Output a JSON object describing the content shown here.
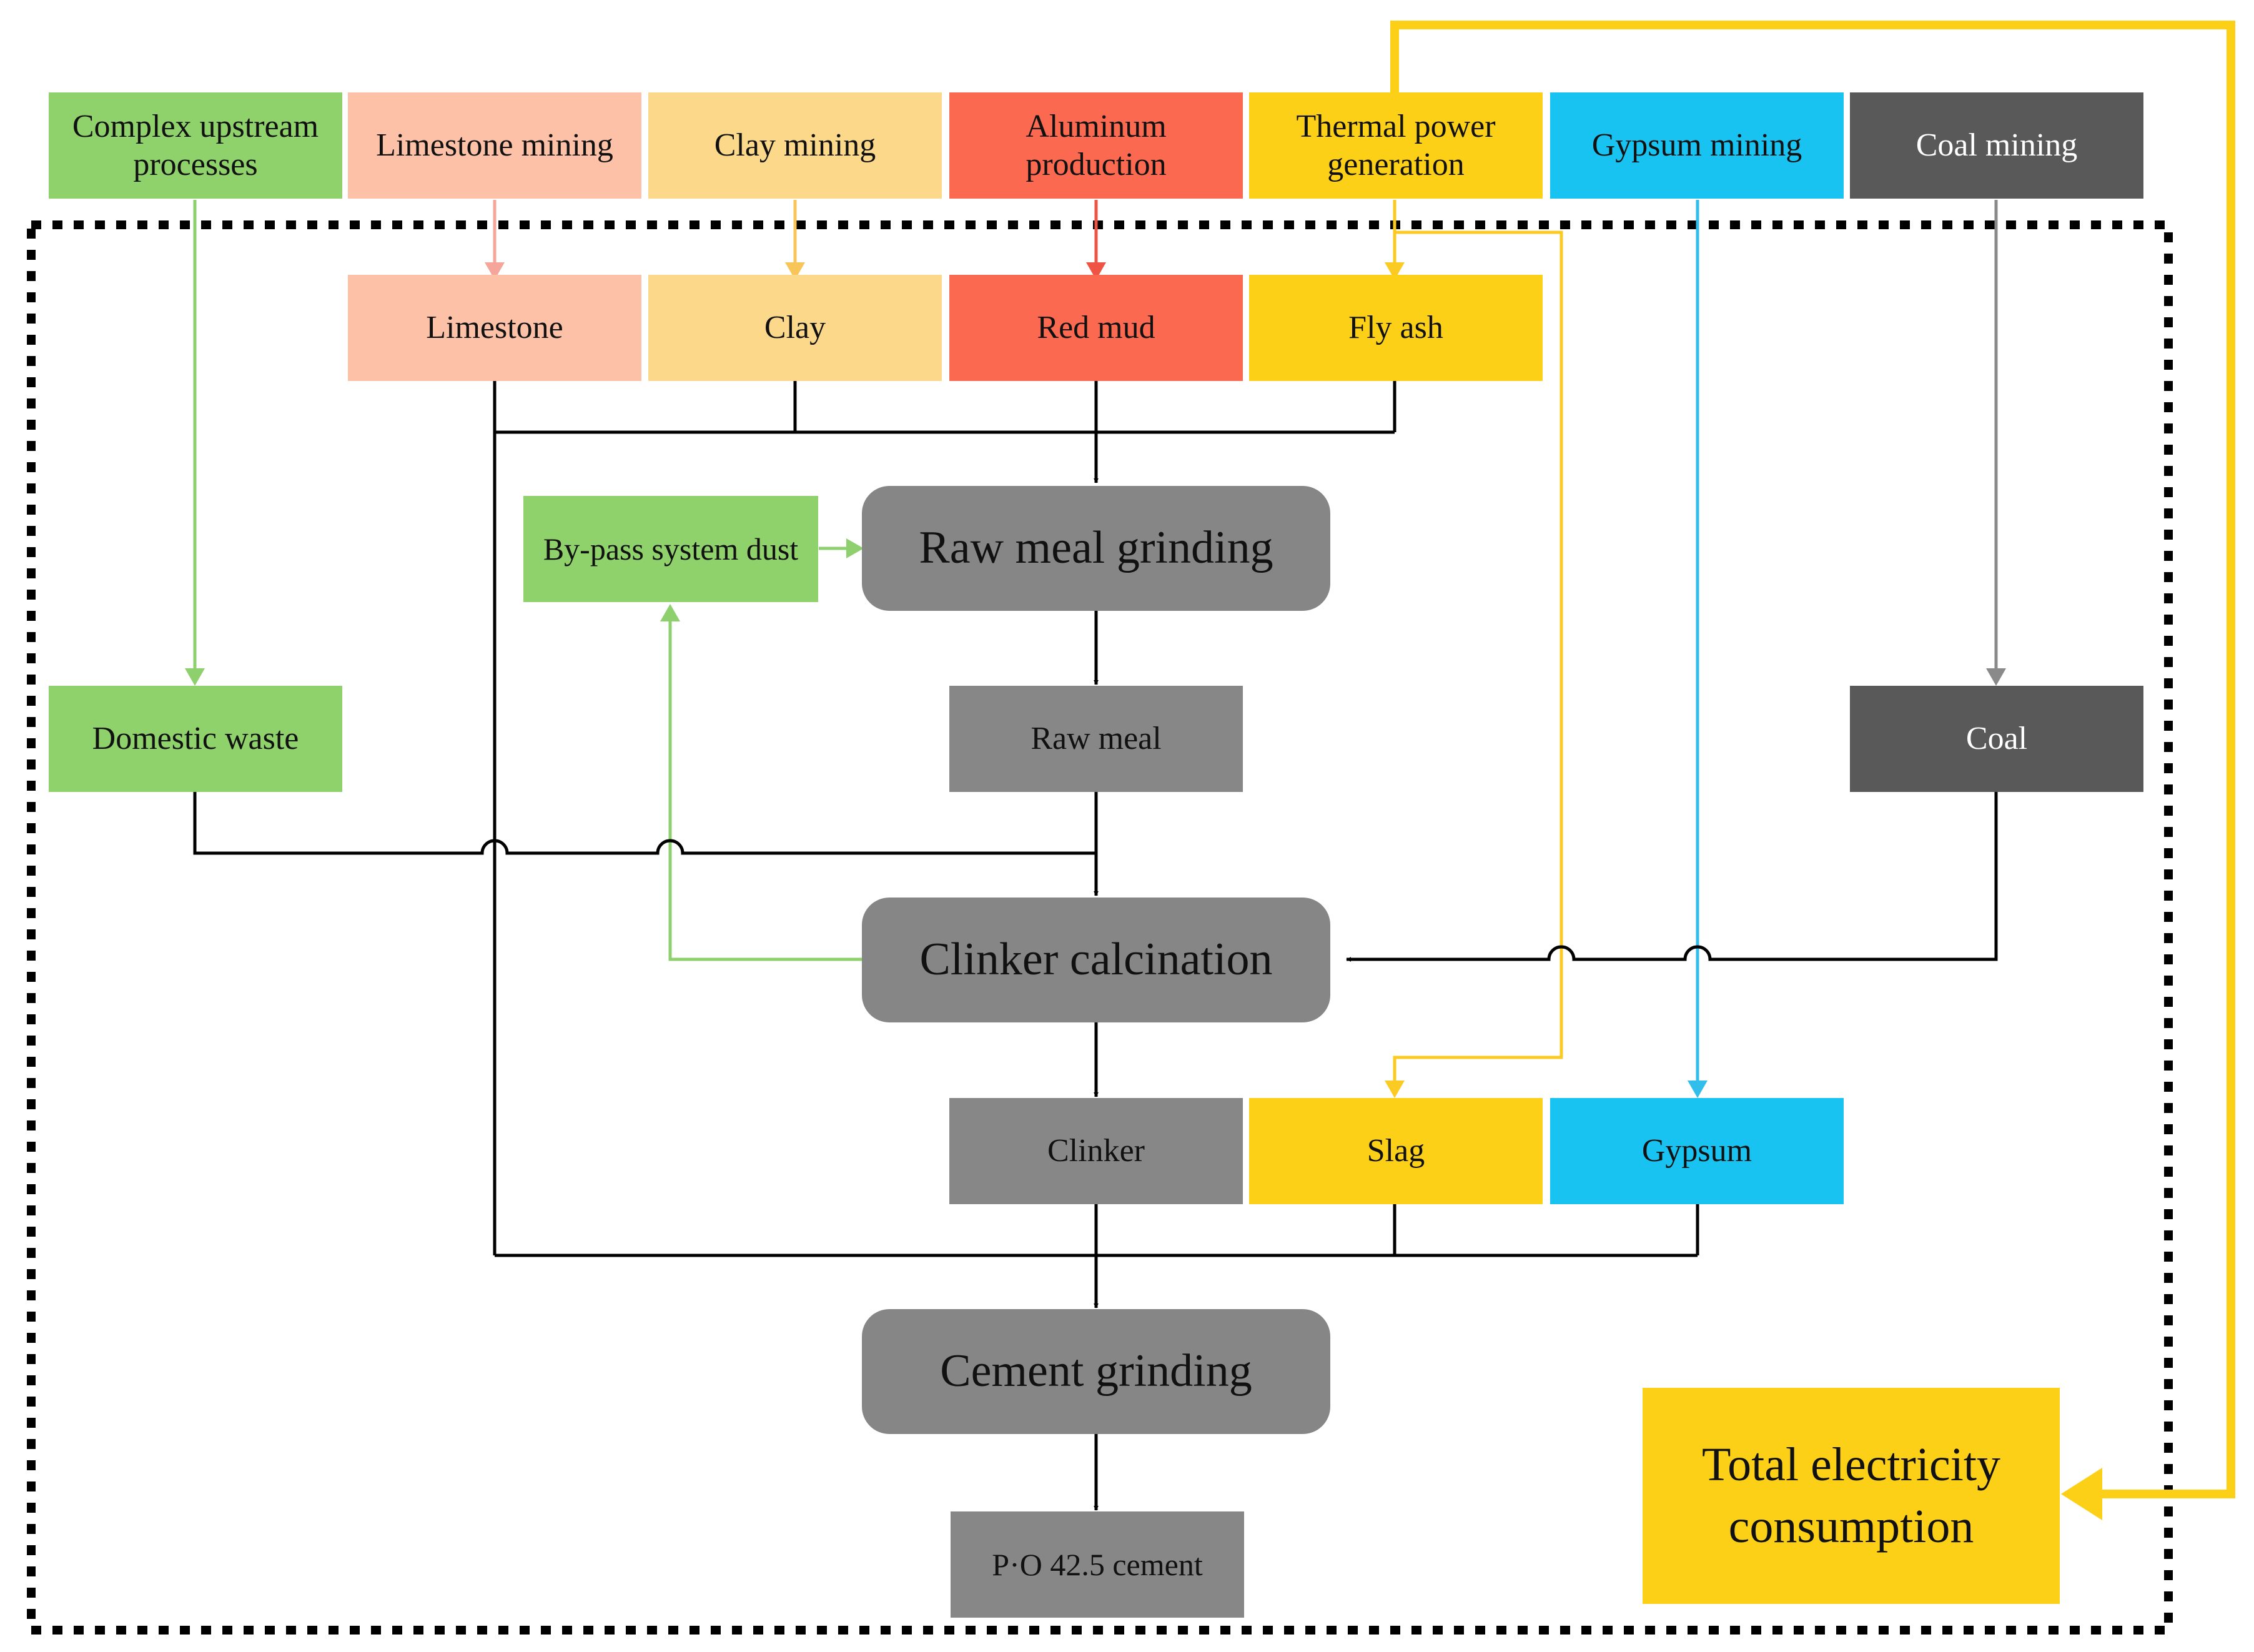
{
  "colors": {
    "green": "#8FD16B",
    "limestone": "#FCC1A6",
    "clay": "#FCD98A",
    "aluminum": "#FB6A50",
    "yellow": "#FDD018",
    "cyan": "#19C3F1",
    "dark": "#595959",
    "process": "#868686",
    "material_gray": "#878787",
    "line": "#000000",
    "arrow_limestone": "#F5A59A",
    "arrow_clay": "#F8C558",
    "arrow_red": "#EF5343",
    "arrow_yellow": "#FCCB23",
    "arrow_cyan": "#31BEEB",
    "arrow_coal": "#8A8A8A",
    "arrow_green": "#8ED06D"
  },
  "upstream": {
    "complex": "Complex upstream\nprocesses",
    "limestone": "Limestone mining",
    "clay": "Clay mining",
    "aluminum": "Aluminum\nproduction",
    "thermal": "Thermal power\ngeneration",
    "gypsum": "Gypsum mining",
    "coal": "Coal mining"
  },
  "materials": {
    "limestone": "Limestone",
    "clay": "Clay",
    "red_mud": "Red mud",
    "fly_ash": "Fly ash",
    "bypass_dust": "By-pass system dust",
    "domestic_waste": "Domestic waste",
    "raw_meal": "Raw meal",
    "coal": "Coal",
    "clinker": "Clinker",
    "slag": "Slag",
    "gypsum": "Gypsum",
    "cement": "P·O 42.5 cement"
  },
  "processes": {
    "raw_meal_grinding": "Raw meal  grinding",
    "clinker_calcination": "Clinker calcination",
    "cement_grinding": "Cement grinding"
  },
  "electricity": "Total electricity\nconsumption"
}
